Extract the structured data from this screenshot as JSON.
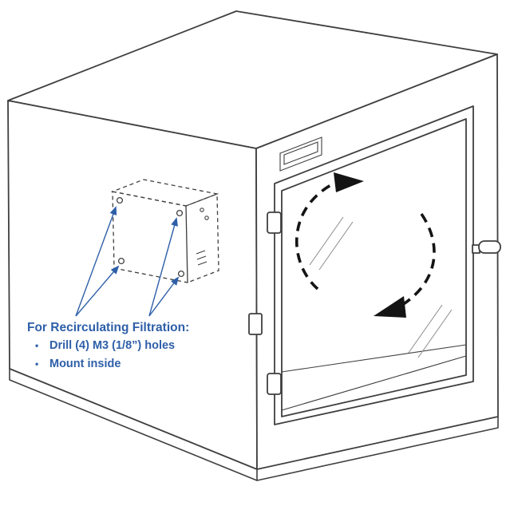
{
  "diagram": {
    "subject": "Enclosure line drawing with glass door, airflow circulation arrows, and dashed recirculating-filter mounting footprint"
  },
  "annotation": {
    "title": "For Recirculating Filtration:",
    "bullet_char": "•",
    "bullets": [
      "Drill (4) M3 (1/8”) holes",
      "Mount inside"
    ]
  },
  "icons": {
    "airflow": "dashed-arc-arrow",
    "pointer": "straight-blue-arrow",
    "holes": "mounting-hole-circle"
  },
  "colors": {
    "line": "#3f3f3f",
    "accent_blue": "#2e5fa8",
    "arrow_black": "#141414",
    "background": "#ffffff"
  }
}
